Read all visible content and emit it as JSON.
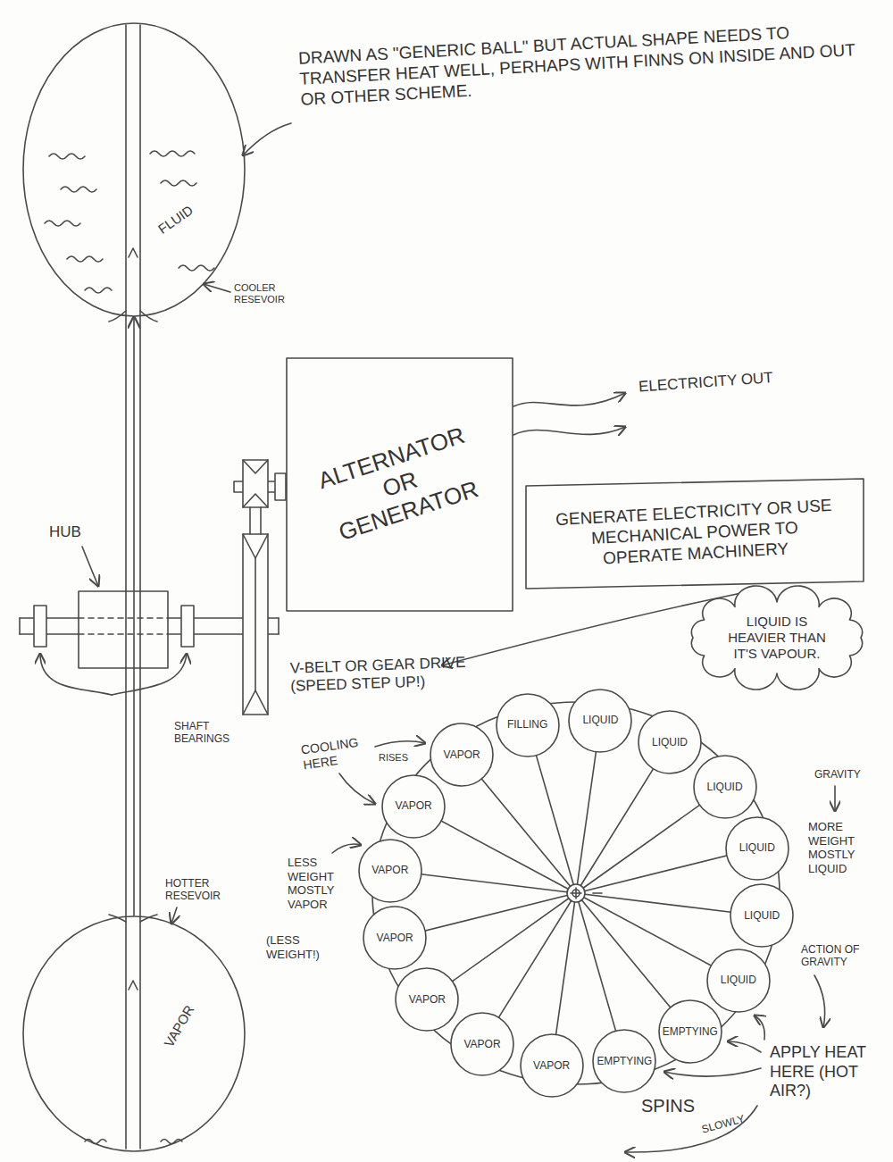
{
  "diagram": {
    "nodes": [
      {
        "text": [
          "FLUID"
        ]
      },
      {
        "text": [
          "ALTERNATOR OR GENERATOR"
        ]
      },
      {
        "text": [
          "GENERATE ELECTRICITY OR USE MECHANICAL POWER TO OPERATE MACHINERY"
        ]
      },
      {
        "text": [
          "LIQUID IS HEAVIER THAN IT'S VAPOUR."
        ]
      },
      {
        "text": [
          "FILLING"
        ]
      },
      {
        "text": [
          "LIQUID"
        ]
      },
      {
        "text": [
          "LIQUID"
        ]
      },
      {
        "text": [
          "LIQUID"
        ]
      },
      {
        "text": [
          "LIQUID"
        ]
      },
      {
        "text": [
          "LIQUID"
        ]
      },
      {
        "text": [
          "LIQUID"
        ]
      },
      {
        "text": [
          "EMPTYING"
        ]
      },
      {
        "text": [
          "EMPTYING"
        ]
      },
      {
        "text": [
          "VAPOR"
        ]
      },
      {
        "text": [
          "VAPOR"
        ]
      },
      {
        "text": [
          "VAPOR"
        ]
      },
      {
        "text": [
          "VAPOR"
        ]
      },
      {
        "text": [
          "VAPOR"
        ]
      },
      {
        "text": [
          "VAPOR"
        ]
      },
      {
        "text": [
          "VAPOR"
        ]
      },
      {
        "text": [
          "VAPOR"
        ]
      }
    ],
    "edges": [
      {
        "from": 20,
        "to": 0,
        "arrow": "to"
      }
    ],
    "labels": [
      "DRAWN AS \"GENERIC BALL\" BUT ACTUAL SHAPE NEEDS TO TRANSFER HEAT WELL, PERHAPS WITH FINNS ON INSIDE AND OUT OR OTHER SCHEME.",
      "COOLER RESEVOIR",
      "ELECTRICITY OUT",
      "HUB",
      "SHAFT BEARINGS",
      "V-BELT OR GEAR DRIVE (SPEED STEP UP!)",
      "HOTTER RESEVOIR",
      "COOLING HERE",
      "RISES",
      "LESS WEIGHT MOSTLY VAPOR",
      "(LESS WEIGHT!)",
      "GRAVITY",
      "MORE WEIGHT MOSTLY LIQUID",
      "ACTION OF GRAVITY",
      "APPLY HEAT HERE (HOT AIR?)",
      "SPINS",
      "SLOWLY"
    ]
  }
}
